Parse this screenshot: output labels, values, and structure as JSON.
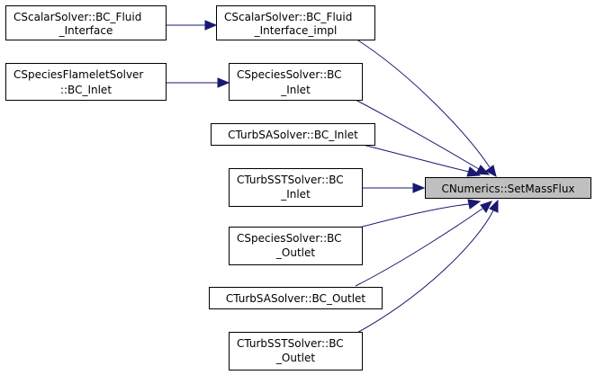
{
  "graph": {
    "colors": {
      "edge": "#191970",
      "node_fill": "#ffffff",
      "target_fill": "#bfbfbf",
      "border": "#000000"
    },
    "nodes": {
      "n_set_mass_flux": {
        "lines": [
          "CNumerics::SetMassFlux"
        ],
        "target": true
      },
      "n_scalar_bc_fluid_interface": {
        "lines": [
          "CScalarSolver::BC_Fluid",
          "_Interface"
        ]
      },
      "n_scalar_bc_fluid_interface_impl": {
        "lines": [
          "CScalarSolver::BC_Fluid",
          "_Interface_impl"
        ]
      },
      "n_flamelet_bc_inlet": {
        "lines": [
          "CSpeciesFlameletSolver",
          "::BC_Inlet"
        ]
      },
      "n_species_bc_inlet": {
        "lines": [
          "CSpeciesSolver::BC",
          "_Inlet"
        ]
      },
      "n_turbsa_bc_inlet": {
        "lines": [
          "CTurbSASolver::BC_Inlet"
        ]
      },
      "n_turbsst_bc_inlet": {
        "lines": [
          "CTurbSSTSolver::BC",
          "_Inlet"
        ]
      },
      "n_species_bc_outlet": {
        "lines": [
          "CSpeciesSolver::BC",
          "_Outlet"
        ]
      },
      "n_turbsa_bc_outlet": {
        "lines": [
          "CTurbSASolver::BC_Outlet"
        ]
      },
      "n_turbsst_bc_outlet": {
        "lines": [
          "CTurbSSTSolver::BC",
          "_Outlet"
        ]
      }
    },
    "edges": [
      {
        "from": "n_scalar_bc_fluid_interface",
        "to": "n_scalar_bc_fluid_interface_impl"
      },
      {
        "from": "n_scalar_bc_fluid_interface_impl",
        "to": "n_set_mass_flux"
      },
      {
        "from": "n_flamelet_bc_inlet",
        "to": "n_species_bc_inlet"
      },
      {
        "from": "n_species_bc_inlet",
        "to": "n_set_mass_flux"
      },
      {
        "from": "n_turbsa_bc_inlet",
        "to": "n_set_mass_flux"
      },
      {
        "from": "n_turbsst_bc_inlet",
        "to": "n_set_mass_flux"
      },
      {
        "from": "n_species_bc_outlet",
        "to": "n_set_mass_flux"
      },
      {
        "from": "n_turbsa_bc_outlet",
        "to": "n_set_mass_flux"
      },
      {
        "from": "n_turbsst_bc_outlet",
        "to": "n_set_mass_flux"
      }
    ]
  }
}
